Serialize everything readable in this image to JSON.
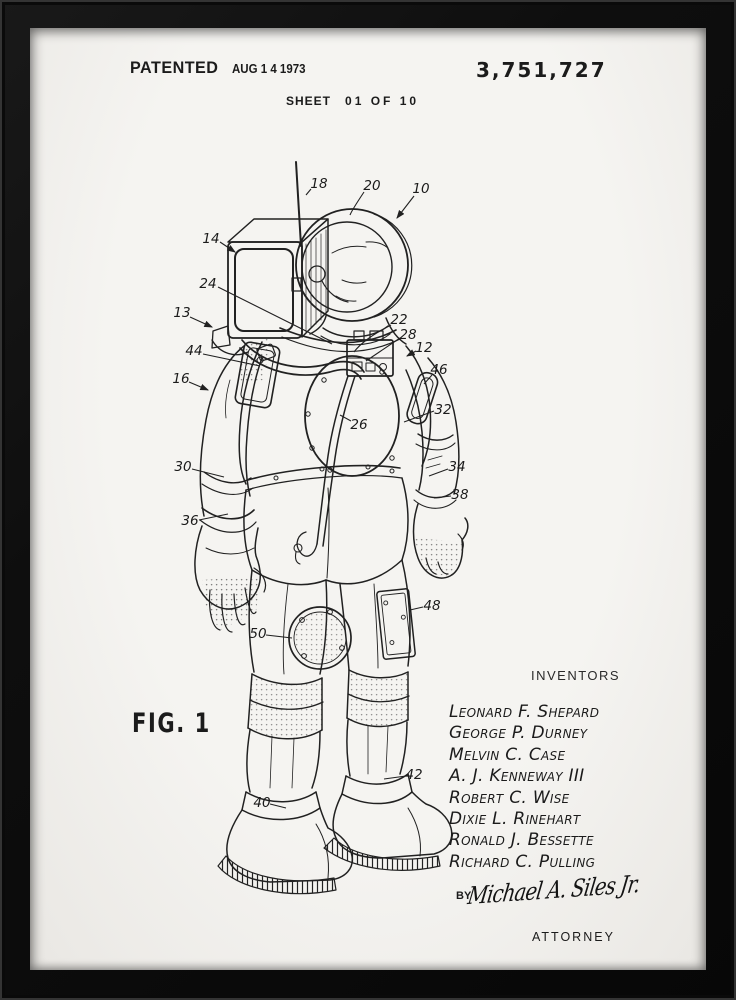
{
  "colors": {
    "frame": "#0e0e0e",
    "paper": "#f3f2ef",
    "ink": "#1b1b1b"
  },
  "header": {
    "patented_label": "PATENTED",
    "patented_date": "AUG 1 4 1973",
    "patent_number": "3,751,727",
    "sheet_label": "SHEET",
    "sheet_value": "01 OF 10"
  },
  "figure": {
    "caption": "FIG. 1",
    "subject": "full-body spacesuit patent line drawing",
    "reference_numerals": [
      "18",
      "20",
      "10",
      "14",
      "24",
      "13",
      "44",
      "16",
      "30",
      "36",
      "22",
      "28",
      "12",
      "46",
      "32",
      "26",
      "34",
      "38",
      "48",
      "50",
      "42",
      "40"
    ]
  },
  "inventors": {
    "heading": "INVENTORS",
    "names": [
      "Leonard F. Shepard",
      "George P. Durney",
      "Melvin C. Case",
      "A. J. Kenneway III",
      "Robert C. Wise",
      "Dixie L. Rinehart",
      "Ronald J. Bessette",
      "Richard C. Pulling"
    ],
    "by_label": "BY",
    "signature": "Michael A. Siles Jr.",
    "attorney_label": "ATTORNEY"
  }
}
